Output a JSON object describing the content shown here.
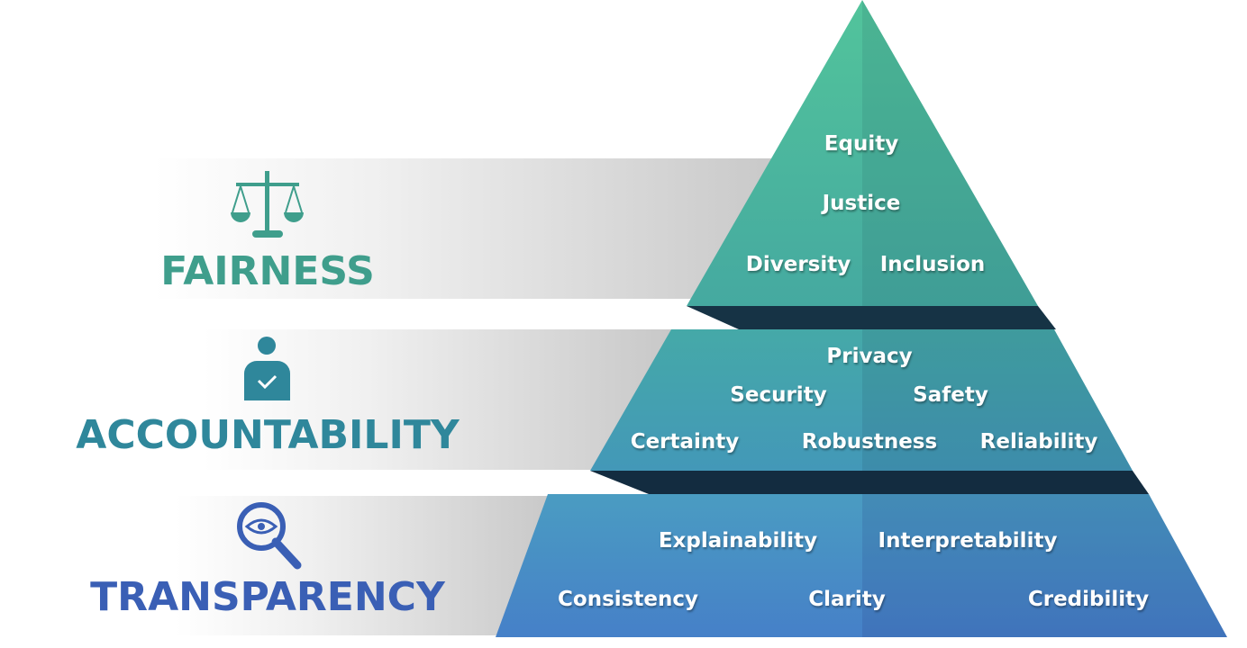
{
  "pillars": [
    {
      "name": "FAIRNESS",
      "icon": "scales-icon",
      "color": "#3f9e8c",
      "terms": [
        "Equity",
        "Justice",
        "Diversity",
        "Inclusion"
      ]
    },
    {
      "name": "ACCOUNTABILITY",
      "icon": "person-check-icon",
      "color": "#2f879b",
      "terms": [
        "Privacy",
        "Security",
        "Safety",
        "Certainty",
        "Robustness",
        "Reliability"
      ]
    },
    {
      "name": "TRANSPARENCY",
      "icon": "magnifier-eye-icon",
      "color": "#3a5fb5",
      "terms": [
        "Explainability",
        "Interpretability",
        "Consistency",
        "Clarity",
        "Credibility"
      ]
    }
  ]
}
